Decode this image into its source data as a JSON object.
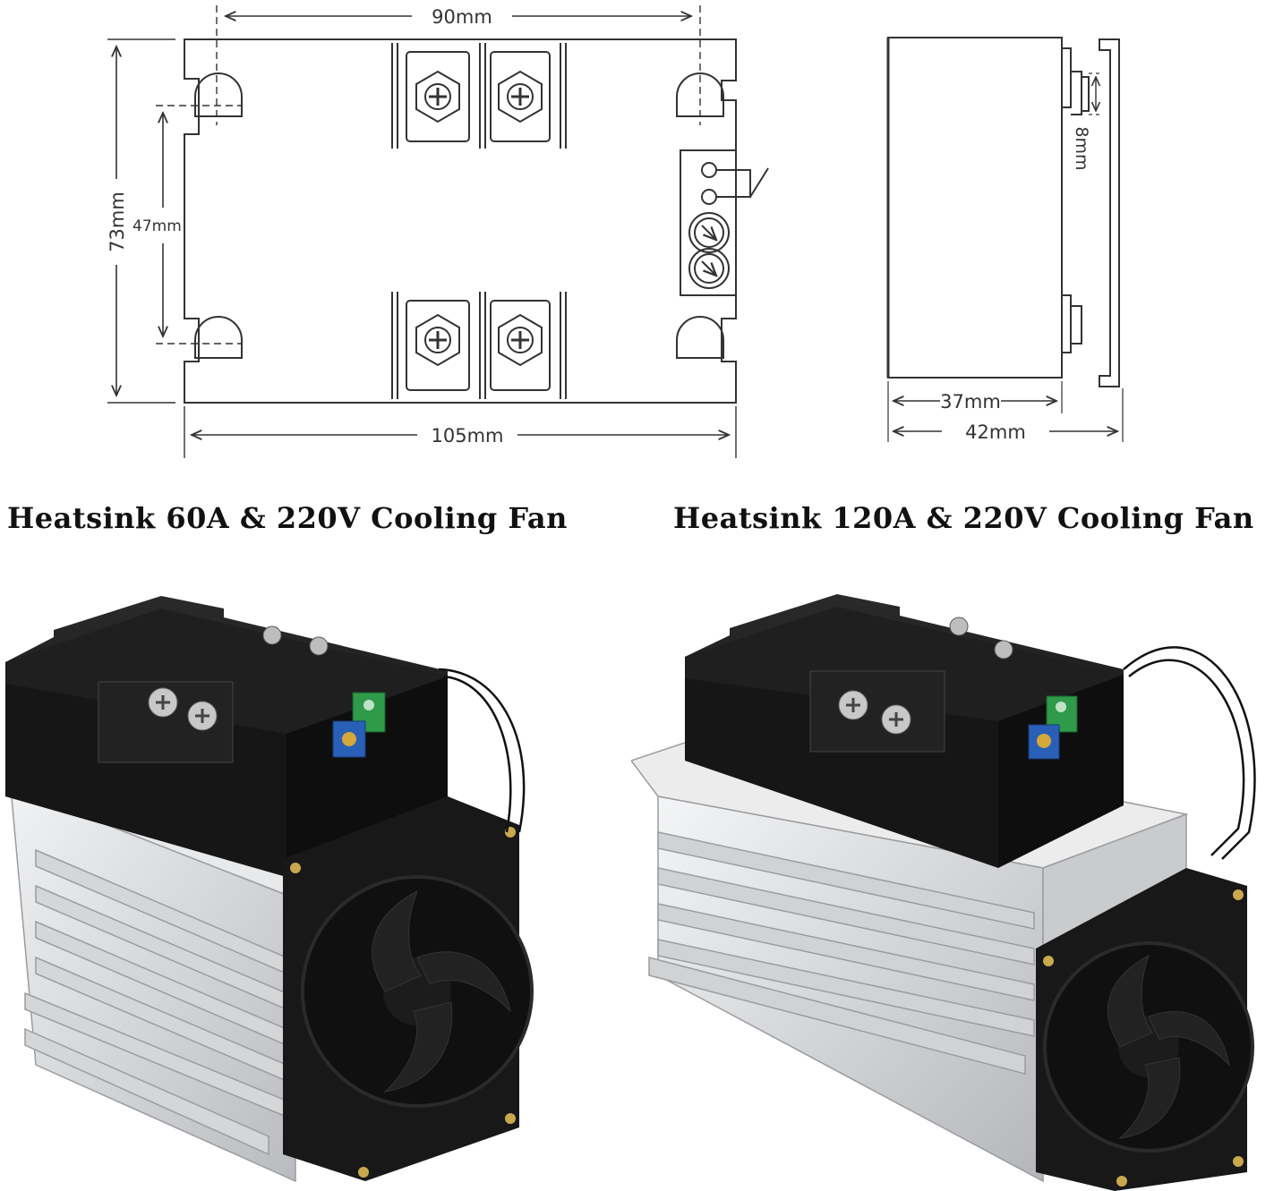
{
  "drawing": {
    "dim_width_top": "90mm",
    "dim_width_bottom": "105mm",
    "dim_height_outer": "73mm",
    "dim_height_inner": "47mm",
    "dim_side_inner": "37mm",
    "dim_side_outer": "42mm",
    "dim_side_terminal": "8mm"
  },
  "captions": {
    "left": "Heatsink 60A & 220V Cooling Fan",
    "right": "Heatsink 120A & 220V Cooling Fan"
  },
  "colors": {
    "line": "#333333",
    "relay_body": "#141414",
    "heatsink": "#d9dadc",
    "terminal_green": "#2e9a4a",
    "potentiometer_blue": "#2a5fb8"
  }
}
